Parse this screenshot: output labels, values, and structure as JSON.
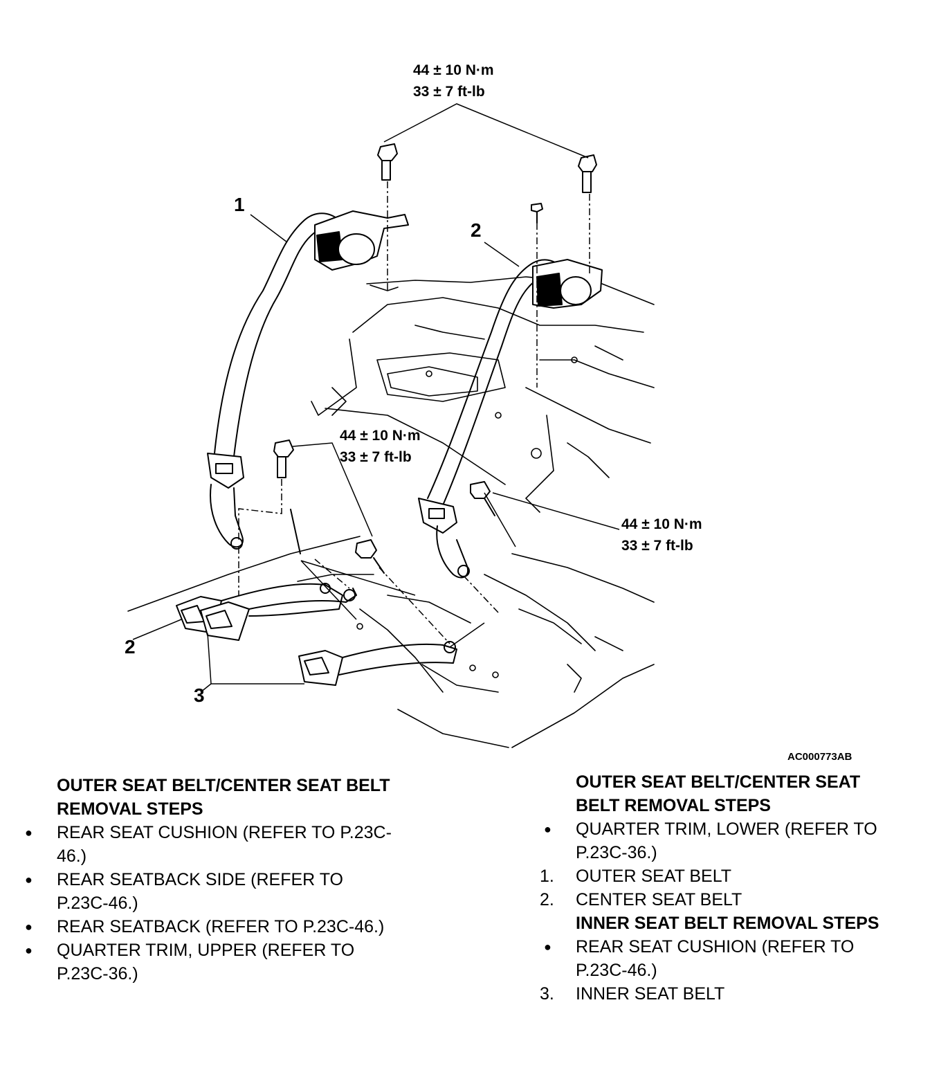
{
  "diagram": {
    "torque_top": {
      "line1": "44 ± 10 N·m",
      "line2": "33 ± 7 ft-lb"
    },
    "torque_middle": {
      "line1": "44 ± 10 N·m",
      "line2": "33 ± 7 ft-lb"
    },
    "torque_right": {
      "line1": "44 ± 10 N·m",
      "line2": "33 ± 7 ft-lb"
    },
    "callouts": {
      "outer_belt": "1",
      "center_belt_upper": "2",
      "center_belt_lower": "2",
      "inner_belts": "3"
    },
    "figure_code": "AC000773AB"
  },
  "left_column": {
    "heading": "OUTER SEAT BELT/CENTER SEAT BELT REMOVAL STEPS",
    "items": [
      {
        "marker": "●",
        "text": "REAR SEAT CUSHION (REFER TO P.23C-46.)"
      },
      {
        "marker": "●",
        "text": "REAR SEATBACK SIDE (REFER TO P.23C-46.)"
      },
      {
        "marker": "●",
        "text": "REAR SEATBACK (REFER TO P.23C-46.)"
      },
      {
        "marker": "●",
        "text": "QUARTER TRIM, UPPER (REFER TO P.23C-36.)"
      }
    ]
  },
  "right_column": {
    "heading": "OUTER SEAT BELT/CENTER SEAT BELT REMOVAL STEPS",
    "items": [
      {
        "marker": "●",
        "text": "QUARTER TRIM, LOWER (REFER TO P.23C-36.)"
      },
      {
        "marker": "1.",
        "text": "OUTER SEAT BELT"
      },
      {
        "marker": "2.",
        "text": "CENTER SEAT BELT"
      }
    ],
    "heading2": "INNER SEAT BELT REMOVAL STEPS",
    "items2": [
      {
        "marker": "●",
        "text": "REAR SEAT CUSHION (REFER TO P.23C-46.)"
      },
      {
        "marker": "3.",
        "text": "INNER SEAT BELT"
      }
    ]
  }
}
